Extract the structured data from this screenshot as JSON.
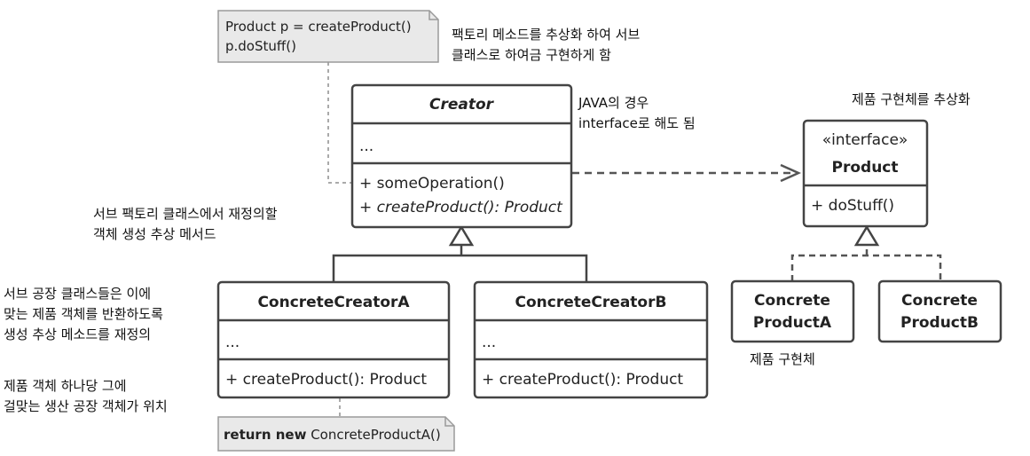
{
  "notes": {
    "creator_note": [
      "Product p = createProduct()",
      "p.doStuff()"
    ],
    "concrete_note": {
      "bold": "return new",
      "rest": " ConcreteProductA()"
    }
  },
  "classes": {
    "creator": {
      "name": "Creator",
      "fields": "...",
      "methods": [
        "+ someOperation()",
        "+ createProduct(): Product"
      ]
    },
    "concrete_creator_a": {
      "name": "ConcreteCreatorA",
      "fields": "...",
      "methods": [
        "+ createProduct(): Product"
      ]
    },
    "concrete_creator_b": {
      "name": "ConcreteCreatorB",
      "fields": "...",
      "methods": [
        "+ createProduct(): Product"
      ]
    },
    "product": {
      "stereotype": "«interface»",
      "name": "Product",
      "methods": [
        "+ doStuff()"
      ]
    },
    "concrete_product_a": {
      "name_lines": [
        "Concrete",
        "ProductA"
      ]
    },
    "concrete_product_b": {
      "name_lines": [
        "Concrete",
        "ProductB"
      ]
    }
  },
  "annotations": {
    "factory_abstract": [
      "팩토리 메소드를 추상화 하여 서브",
      "클래스로 하여금 구현하게 함"
    ],
    "java_interface": [
      "JAVA의 경우",
      "interface로 해도 됨"
    ],
    "product_abstract": [
      "제품 구현체를 추상화"
    ],
    "subfactory_override": [
      "서브 팩토리 클래스에서 재정의할",
      "객체 생성 추상 메서드"
    ],
    "subfactory_classes": [
      "서브 공장 클래스들은 이에",
      "맞는 제품 객체를 반환하도록",
      "생성 추상 메소드를 재정의"
    ],
    "one_factory_per_product": [
      "제품 객체 하나당 그에",
      "걸맞는 생산 공장 객체가 위치"
    ],
    "product_impl": [
      "제품 구현체"
    ]
  }
}
